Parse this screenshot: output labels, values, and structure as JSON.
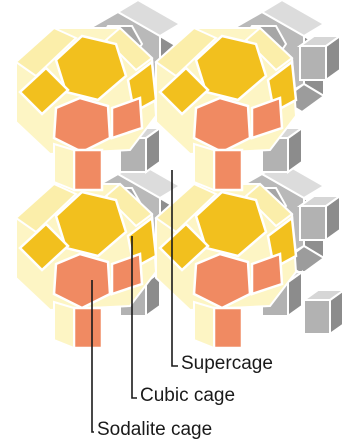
{
  "labels": {
    "supercage": "Supercage",
    "cubic_cage": "Cubic cage",
    "sodalite_cage": "Sodalite cage"
  },
  "colors": {
    "sodalite_face_yellow": "#f2c01e",
    "sodalite_face_salmon": "#f08a62",
    "sodalite_face_cream": "#fdf5c4",
    "rear_cage_gray": "#b9b9b9",
    "rear_cage_light": "#dcdcdc",
    "rear_cage_dark": "#8f8f8f",
    "edge": "#ffffff",
    "leader_line": "#1a1a1a"
  }
}
